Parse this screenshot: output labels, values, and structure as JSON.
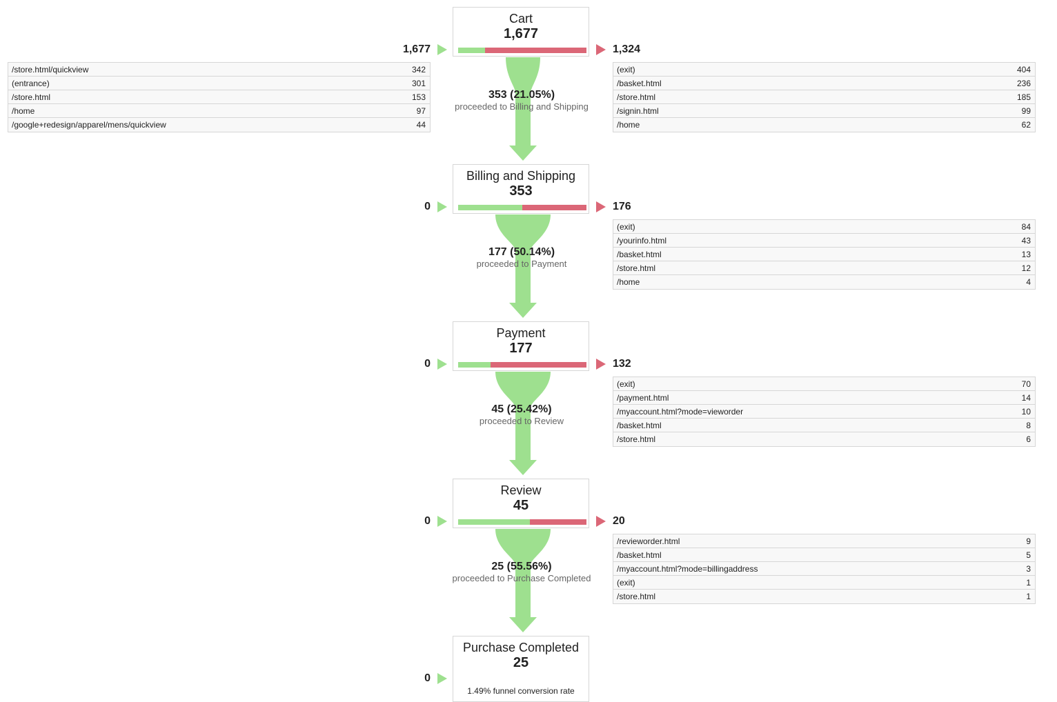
{
  "stages": [
    {
      "name": "Cart",
      "count": "1,677",
      "entrances": "1,677",
      "exits": "1,324",
      "bar_fraction": 0.21,
      "entrance_pages": [
        {
          "page": "/store.html/quickview",
          "count": "342"
        },
        {
          "page": "(entrance)",
          "count": "301"
        },
        {
          "page": "/store.html",
          "count": "153"
        },
        {
          "page": "/home",
          "count": "97"
        },
        {
          "page": "/google+redesign/apparel/mens/quickview",
          "count": "44"
        }
      ],
      "exit_pages": [
        {
          "page": "(exit)",
          "count": "404"
        },
        {
          "page": "/basket.html",
          "count": "236"
        },
        {
          "page": "/store.html",
          "count": "185"
        },
        {
          "page": "/signin.html",
          "count": "99"
        },
        {
          "page": "/home",
          "count": "62"
        }
      ],
      "proceeded": "353 (21.05%)",
      "proceeded_label": "proceeded to Billing and Shipping"
    },
    {
      "name": "Billing and Shipping",
      "count": "353",
      "entrances": "0",
      "exits": "176",
      "bar_fraction": 0.5,
      "entrance_pages": [],
      "exit_pages": [
        {
          "page": "(exit)",
          "count": "84"
        },
        {
          "page": "/yourinfo.html",
          "count": "43"
        },
        {
          "page": "/basket.html",
          "count": "13"
        },
        {
          "page": "/store.html",
          "count": "12"
        },
        {
          "page": "/home",
          "count": "4"
        }
      ],
      "proceeded": "177 (50.14%)",
      "proceeded_label": "proceeded to Payment"
    },
    {
      "name": "Payment",
      "count": "177",
      "entrances": "0",
      "exits": "132",
      "bar_fraction": 0.25,
      "entrance_pages": [],
      "exit_pages": [
        {
          "page": "(exit)",
          "count": "70"
        },
        {
          "page": "/payment.html",
          "count": "14"
        },
        {
          "page": "/myaccount.html?mode=vieworder",
          "count": "10"
        },
        {
          "page": "/basket.html",
          "count": "8"
        },
        {
          "page": "/store.html",
          "count": "6"
        }
      ],
      "proceeded": "45 (25.42%)",
      "proceeded_label": "proceeded to Review"
    },
    {
      "name": "Review",
      "count": "45",
      "entrances": "0",
      "exits": "20",
      "bar_fraction": 0.56,
      "entrance_pages": [],
      "exit_pages": [
        {
          "page": "/revieworder.html",
          "count": "9"
        },
        {
          "page": "/basket.html",
          "count": "5"
        },
        {
          "page": "/myaccount.html?mode=billingaddress",
          "count": "3"
        },
        {
          "page": "(exit)",
          "count": "1"
        },
        {
          "page": "/store.html",
          "count": "1"
        }
      ],
      "proceeded": "25 (55.56%)",
      "proceeded_label": "proceeded to Purchase Completed"
    },
    {
      "name": "Purchase Completed",
      "count": "25",
      "entrances": "0",
      "conversion_rate": "1.49% funnel conversion rate",
      "entrance_pages": [],
      "exit_pages": []
    }
  ],
  "colors": {
    "proceed_green": "#9ee08f",
    "exit_red": "#db6777",
    "border": "#d6d6d6",
    "row_bg": "#f8f8f8"
  }
}
